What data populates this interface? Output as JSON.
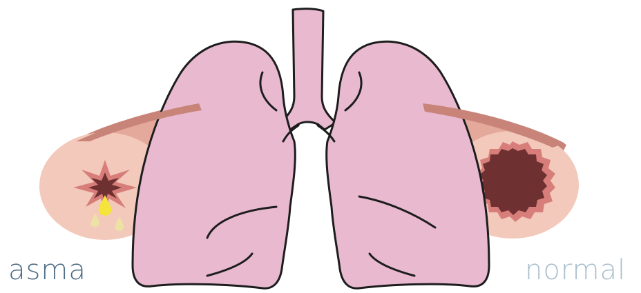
{
  "labels": {
    "asthma": "asma",
    "normal": "normal"
  },
  "colors": {
    "lung_fill": "#e8b9cf",
    "lung_outline": "#1d1d1d",
    "airway_wall_outer": "#c98479",
    "airway_wall_inner": "#e4a99a",
    "airway_face": "#f2c9bb",
    "lumen_dark": "#6e3030",
    "lumen_ring": "#d77e7a",
    "mucus_bright": "#f4e43b",
    "mucus_pale": "#ede1a3",
    "label_asthma": "#4f6b84",
    "label_normal": "#a9bfcc"
  },
  "diagram": {
    "subjects": [
      "lungs",
      "trachea",
      "constricted-airway-cross-section",
      "normal-airway-cross-section",
      "mucus-droplets"
    ]
  }
}
